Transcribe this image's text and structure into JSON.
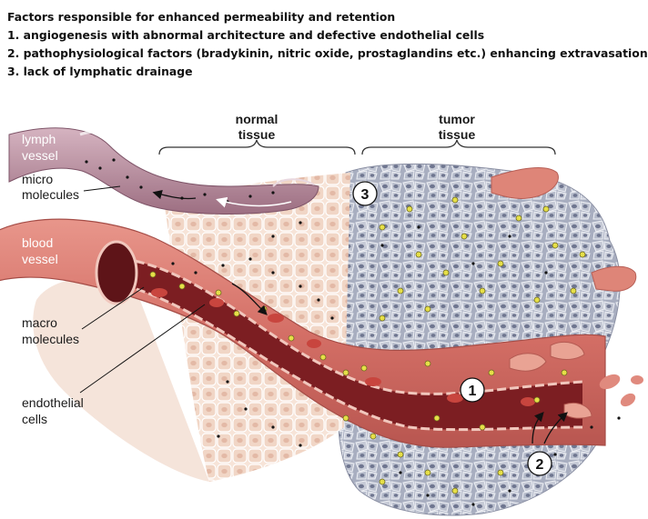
{
  "title_block": {
    "title": "Factors responsible for enhanced permeability and retention",
    "items": [
      "1. angiogenesis with abnormal architecture and defective endothelial cells",
      "2. pathophysiological factors (bradykinin, nitric oxide, prostaglandins etc.) enhancing extravasation",
      "3. lack of lymphatic drainage"
    ]
  },
  "labels": {
    "lymph_1": "lymph",
    "lymph_2": "vessel",
    "micro_1": "micro",
    "micro_2": "molecules",
    "blood_1": "blood",
    "blood_2": "vessel",
    "macro_1": "macro",
    "macro_2": "molecules",
    "endo_1": "endothelial",
    "endo_2": "cells",
    "normal_1": "normal",
    "normal_2": "tissue",
    "tumor_1": "tumor",
    "tumor_2": "tissue"
  },
  "markers": [
    "1",
    "2",
    "3"
  ],
  "colors": {
    "blood_vessel": "#d98075",
    "vessel_lumen": "#7a1f1f",
    "lymph": "#b98999",
    "tumor": "#9ea3b6",
    "normal_tissue": "#f2dccf",
    "macro_particle": "#e8e04a"
  }
}
